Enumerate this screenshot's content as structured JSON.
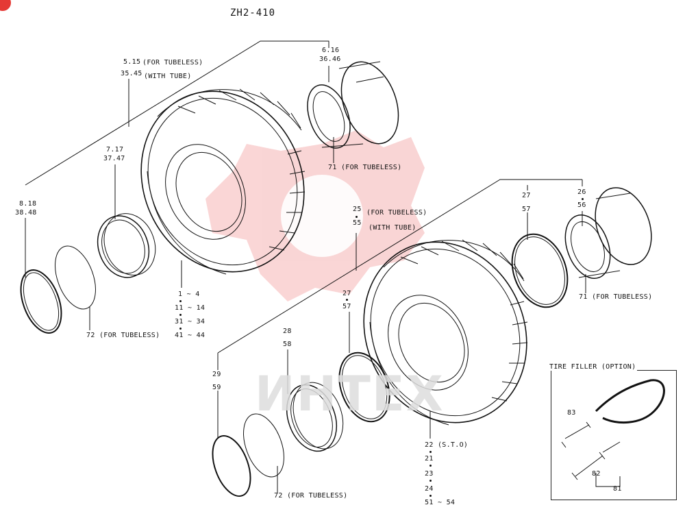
{
  "diagram": {
    "title": "ZH2-410"
  },
  "labels": {
    "l_5_15": "5.15",
    "l_for_tubeless_a": "(FOR TUBELESS)",
    "l_35_45": "35.45",
    "l_with_tube_a": "(WITH TUBE)",
    "l_6_16": "6.16",
    "l_36_46": "36.46",
    "l_7_17": "7.17",
    "l_37_47": "37.47",
    "l_8_18": "8.18",
    "l_38_48": "38.48",
    "l_71_a": "71 (FOR TUBELESS)",
    "l_72_a": "72 (FOR TUBELESS)",
    "l_1_4": "1 ~ 4",
    "l_11_14": "11 ~ 14",
    "l_31_34": "31 ~ 34",
    "l_41_44": "41 ~ 44",
    "l_25": "25",
    "l_for_tubeless_b": "(FOR TUBELESS)",
    "l_55": "55",
    "l_with_tube_b": "(WITH TUBE)",
    "l_27_a": "27",
    "l_57_a": "57",
    "l_26": "26",
    "l_56": "56",
    "l_27_b": "27",
    "l_57_b": "57",
    "l_71_b": "71 (FOR TUBELESS)",
    "l_28": "28",
    "l_58": "58",
    "l_29": "29",
    "l_59": "59",
    "l_72_b": "72 (FOR TUBELESS)",
    "l_22": "22 (S.T.O)",
    "l_21": "21",
    "l_23": "23",
    "l_24": "24",
    "l_51_54": "51 ~ 54",
    "filler_title": "TIRE FILLER (OPTION)",
    "l_83": "83",
    "l_82": "82",
    "l_81": "81"
  },
  "watermark": {
    "text": "ИНТЕХ",
    "color": "#f4a6a6"
  },
  "colors": {
    "line": "#111111",
    "badge": "#e53935"
  }
}
